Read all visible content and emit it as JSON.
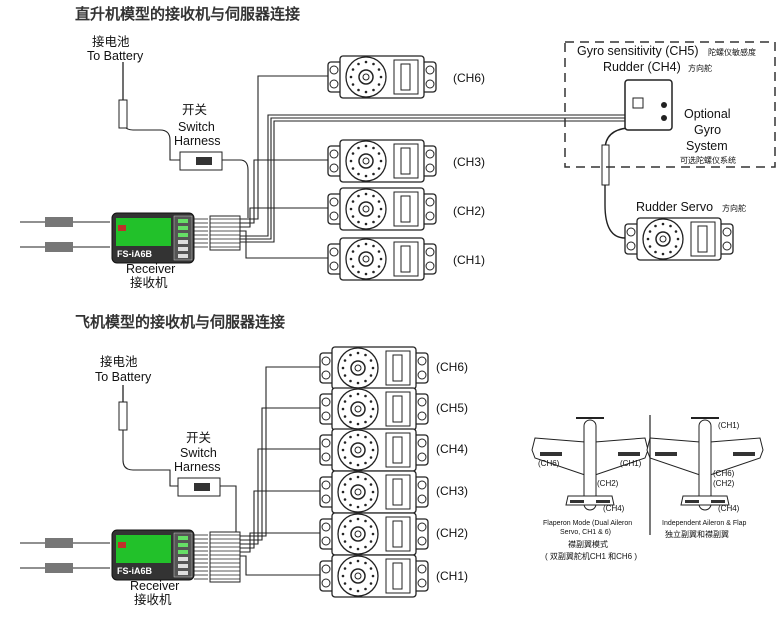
{
  "helicopter": {
    "title": "直升机模型的接收机与伺服器连接",
    "battery_cn": "接电池",
    "battery_en": "To Battery",
    "switch_cn": "开关",
    "switch_en1": "Switch",
    "switch_en2": "Harness",
    "receiver_en": "Receiver",
    "receiver_cn": "接收机",
    "receiver_model": "FS-iA6B",
    "servo_channels": [
      "(CH6)",
      "(CH3)",
      "(CH2)",
      "(CH1)"
    ],
    "gyro": {
      "sensitivity_en": "Gyro sensitivity (CH5)",
      "sensitivity_cn": "陀螺仪敏感度",
      "rudder_en": "Rudder (CH4)",
      "rudder_cn": "方向舵",
      "optional1": "Optional",
      "optional2": "Gyro",
      "optional3": "System",
      "optional_cn": "可选陀螺仪系统",
      "rudder_servo_en": "Rudder Servo",
      "rudder_servo_cn": "方向舵"
    }
  },
  "airplane": {
    "title": "飞机模型的接收机与伺服器连接",
    "battery_cn": "接电池",
    "battery_en": "To Battery",
    "switch_cn": "开关",
    "switch_en1": "Switch",
    "switch_en2": "Harness",
    "receiver_en": "Receiver",
    "receiver_cn": "接收机",
    "receiver_model": "FS-iA6B",
    "servo_channels": [
      "(CH6)",
      "(CH5)",
      "(CH4)",
      "(CH3)",
      "(CH2)",
      "(CH1)"
    ],
    "flaperon": {
      "left": "(CH6)",
      "right": "(CH1)",
      "tail1": "(CH2)",
      "tail2": "(CH4)",
      "caption1": "Flaperon Mode (Dual Aileron",
      "caption2": "Servo, CH1 & 6)",
      "caption_cn1": "襟副翼模式",
      "caption_cn2": "( 双副翼舵机CH1 和CH6 )"
    },
    "independent": {
      "ch1": "(CH1)",
      "ch6": "(CH6)",
      "tail1": "(CH2)",
      "tail2": "(CH4)",
      "caption1": "Independent Aileron & Flap",
      "caption_cn": "独立副翼和襟副翼"
    }
  },
  "colors": {
    "receiver_screen": "#22c12a",
    "text": "#111111"
  }
}
